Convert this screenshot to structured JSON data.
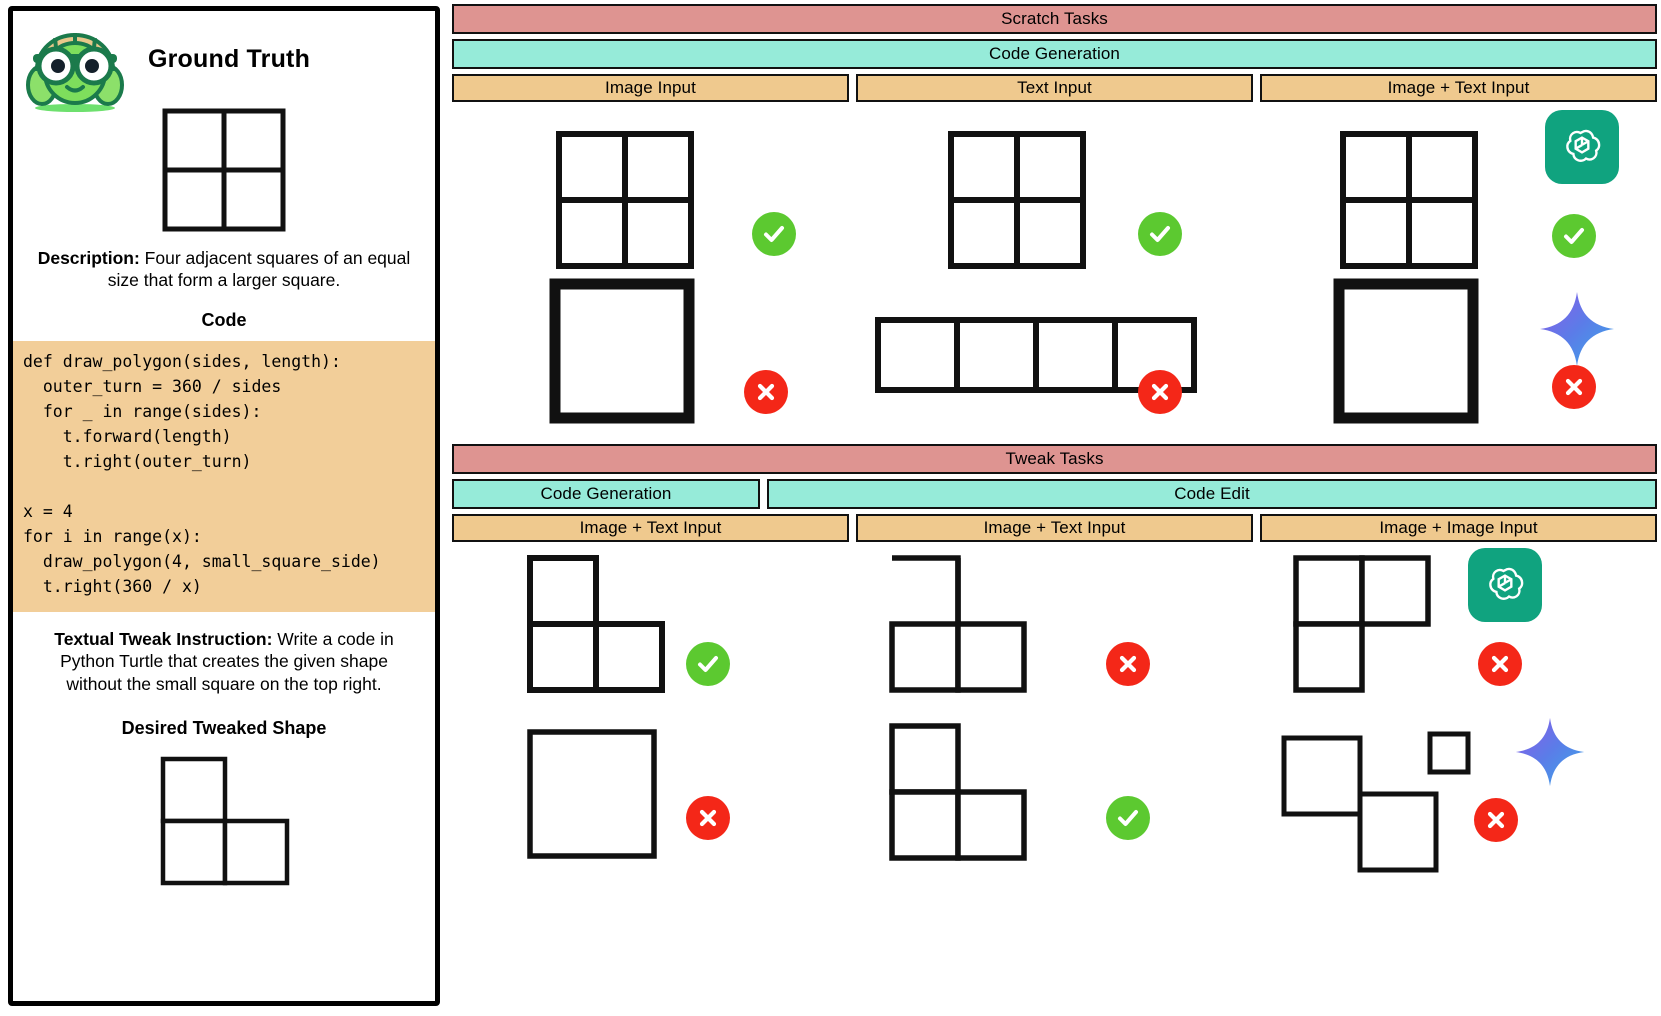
{
  "left": {
    "logo_icon": "turtle-mascot-icon",
    "title": "Ground Truth",
    "description_label": "Description:",
    "description_text": " Four adjacent squares of an equal size that form a larger square.",
    "code_heading": "Code",
    "code": "def draw_polygon(sides, length):\n  outer_turn = 360 / sides\n  for _ in range(sides):\n    t.forward(length)\n    t.right(outer_turn)\n\nx = 4\nfor i in range(x):\n  draw_polygon(4, small_square_side)\n  t.right(360 / x)",
    "tweak_label": "Textual Tweak Instruction:",
    "tweak_text": " Write a code in Python Turtle that creates the given shape without the small square on the top right.",
    "desired_title": "Desired Tweaked Shape"
  },
  "scratch": {
    "section_label": "Scratch Tasks",
    "task_label": "Code Generation",
    "inputs": [
      "Image Input",
      "Text Input",
      "Image + Text Input"
    ],
    "rows": [
      {
        "model_icon": "openai-logo-icon",
        "cells": [
          {
            "shape": "2x2-grid",
            "verdict": "pass",
            "verdict_icon": "check-circle-icon"
          },
          {
            "shape": "2x2-grid",
            "verdict": "pass",
            "verdict_icon": "check-circle-icon"
          },
          {
            "shape": "2x2-grid",
            "verdict": "pass",
            "verdict_icon": "check-circle-icon"
          }
        ]
      },
      {
        "model_icon": "gemini-sparkle-icon",
        "cells": [
          {
            "shape": "single-thick-square",
            "verdict": "fail",
            "verdict_icon": "x-circle-icon"
          },
          {
            "shape": "1x4-strip",
            "verdict": "fail",
            "verdict_icon": "x-circle-icon"
          },
          {
            "shape": "single-thick-square",
            "verdict": "fail",
            "verdict_icon": "x-circle-icon"
          }
        ]
      }
    ]
  },
  "tweak": {
    "section_label": "Tweak Tasks",
    "tasks": [
      "Code Generation",
      "Code Edit"
    ],
    "inputs": [
      "Image + Text Input",
      "Image + Text Input",
      "Image + Image Input"
    ],
    "rows": [
      {
        "model_icon": "openai-logo-icon",
        "cells": [
          {
            "shape": "L-shape",
            "verdict": "pass",
            "verdict_icon": "check-circle-icon"
          },
          {
            "shape": "L-shape-open-top-left",
            "verdict": "fail",
            "verdict_icon": "x-circle-icon"
          },
          {
            "shape": "L-shape-mirrored",
            "verdict": "fail",
            "verdict_icon": "x-circle-icon"
          }
        ]
      },
      {
        "model_icon": "gemini-sparkle-icon",
        "cells": [
          {
            "shape": "single-square",
            "verdict": "fail",
            "verdict_icon": "x-circle-icon"
          },
          {
            "shape": "L-shape",
            "verdict": "pass",
            "verdict_icon": "check-circle-icon"
          },
          {
            "shape": "offset-squares-with-detached",
            "verdict": "fail",
            "verdict_icon": "x-circle-icon"
          }
        ]
      }
    ]
  },
  "colors": {
    "section_band": "#DE9491",
    "task_band": "#96EBD9",
    "input_band": "#EFC98E",
    "code_bg": "#F2CE99",
    "pass": "#5CC930",
    "fail": "#F42718",
    "openai_green": "#10A37F"
  }
}
